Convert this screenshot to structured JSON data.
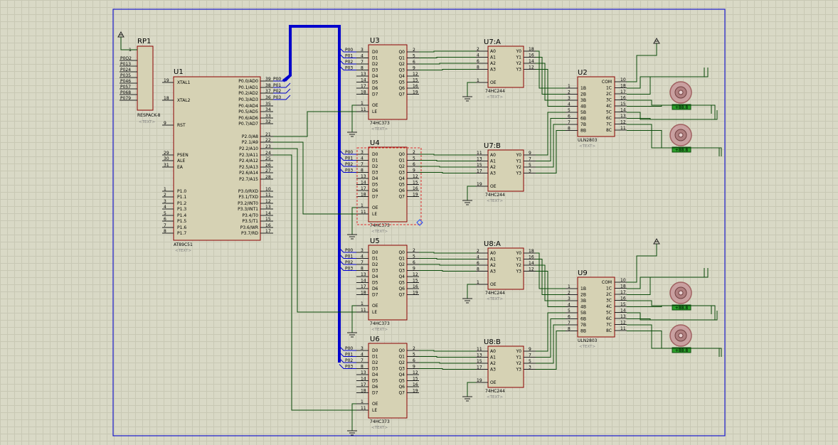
{
  "components": {
    "rp1": {
      "ref": "RP1",
      "part": "RESPACK-8",
      "text": "<TEXT>",
      "pin1": "1",
      "nets": [
        "P0O2",
        "P013",
        "P024",
        "P035",
        "P046",
        "P057",
        "P068",
        "P079"
      ]
    },
    "u1": {
      "ref": "U1",
      "part": "AT89C51",
      "text": "<TEXT>",
      "left_pins": [
        [
          "19",
          "XTAL1"
        ],
        [
          "18",
          "XTAL2"
        ],
        [
          "9",
          "RST"
        ],
        [
          "29",
          "PSEN"
        ],
        [
          "30",
          "ALE"
        ],
        [
          "31",
          "EA"
        ],
        [
          "1",
          "P1.0"
        ],
        [
          "2",
          "P1.1"
        ],
        [
          "3",
          "P1.2"
        ],
        [
          "4",
          "P1.3"
        ],
        [
          "5",
          "P1.4"
        ],
        [
          "6",
          "P1.5"
        ],
        [
          "7",
          "P1.6"
        ],
        [
          "8",
          "P1.7"
        ]
      ],
      "right_pins": [
        [
          "39",
          "P0.0/AD0"
        ],
        [
          "38",
          "P0.1/AD1"
        ],
        [
          "37",
          "P0.2/AD2"
        ],
        [
          "36",
          "P0.3/AD3"
        ],
        [
          "35",
          "P0.4/AD4"
        ],
        [
          "34",
          "P0.5/AD5"
        ],
        [
          "33",
          "P0.6/AD6"
        ],
        [
          "32",
          "P0.7/AD7"
        ],
        [
          "21",
          "P2.0/A8"
        ],
        [
          "22",
          "P2.1/A9"
        ],
        [
          "23",
          "P2.2/A10"
        ],
        [
          "24",
          "P2.3/A11"
        ],
        [
          "25",
          "P2.4/A12"
        ],
        [
          "26",
          "P2.5/A13"
        ],
        [
          "27",
          "P2.6/A14"
        ],
        [
          "28",
          "P2.7/A15"
        ],
        [
          "10",
          "P3.0/RXD"
        ],
        [
          "11",
          "P3.1/TXD"
        ],
        [
          "12",
          "P3.2/INT0"
        ],
        [
          "13",
          "P3.3/INT1"
        ],
        [
          "14",
          "P3.4/T0"
        ],
        [
          "15",
          "P3.5/T1"
        ],
        [
          "16",
          "P3.6/WR"
        ],
        [
          "17",
          "P3.7/RD"
        ]
      ],
      "bus_labels": [
        "P00",
        "P01",
        "P02",
        "P03"
      ]
    },
    "latches": [
      {
        "ref": "U3",
        "part": "74HC373",
        "text": "<TEXT>"
      },
      {
        "ref": "U4",
        "part": "74HC373",
        "text": "<TEXT>"
      },
      {
        "ref": "U5",
        "part": "74HC373",
        "text": "<TEXT>"
      },
      {
        "ref": "U6",
        "part": "74HC373",
        "text": "<TEXT>"
      }
    ],
    "latch_in_pins": [
      [
        "3",
        "D0"
      ],
      [
        "4",
        "D1"
      ],
      [
        "7",
        "D2"
      ],
      [
        "8",
        "D3"
      ],
      [
        "13",
        "D4"
      ],
      [
        "14",
        "D5"
      ],
      [
        "17",
        "D6"
      ],
      [
        "18",
        "D7"
      ]
    ],
    "latch_out_pins": [
      [
        "2",
        "Q0"
      ],
      [
        "5",
        "Q1"
      ],
      [
        "6",
        "Q2"
      ],
      [
        "9",
        "Q3"
      ],
      [
        "12",
        "Q4"
      ],
      [
        "15",
        "Q5"
      ],
      [
        "16",
        "Q6"
      ],
      [
        "19",
        "Q7"
      ]
    ],
    "latch_ctrl": [
      [
        "1",
        "OE"
      ],
      [
        "11",
        "LE"
      ]
    ],
    "latch_bus_labels": [
      "P00",
      "P01",
      "P02",
      "P03"
    ],
    "decoders": [
      {
        "ref": "U7:A",
        "part": "74HC244",
        "text": "<TEXT>",
        "in_pins": [
          "2",
          "4",
          "6",
          "8"
        ],
        "out_pins": [
          "18",
          "16",
          "14",
          "12"
        ],
        "oe_pin": "1"
      },
      {
        "ref": "U7:B",
        "part": "74HC244",
        "text": "<TEXT>",
        "in_pins": [
          "11",
          "13",
          "15",
          "17"
        ],
        "out_pins": [
          "9",
          "7",
          "5",
          "3"
        ],
        "oe_pin": "19"
      },
      {
        "ref": "U8:A",
        "part": "74HC244",
        "text": "<TEXT>",
        "in_pins": [
          "2",
          "4",
          "6",
          "8"
        ],
        "out_pins": [
          "18",
          "16",
          "14",
          "12"
        ],
        "oe_pin": "1"
      },
      {
        "ref": "U8:B",
        "part": "74HC244",
        "text": "<TEXT>",
        "in_pins": [
          "11",
          "13",
          "15",
          "17"
        ],
        "out_pins": [
          "9",
          "7",
          "5",
          "3"
        ],
        "oe_pin": "19"
      }
    ],
    "dec_in_names": [
      "A0",
      "A1",
      "A2",
      "A3"
    ],
    "dec_out_names": [
      "Y0",
      "Y1",
      "Y2",
      "Y3"
    ],
    "dec_oe": "OE",
    "drivers": [
      {
        "ref": "U2",
        "part": "ULN2803",
        "text": "<TEXT>"
      },
      {
        "ref": "U9",
        "part": "ULN2803",
        "text": "<TEXT>"
      }
    ],
    "drv_in_pins": [
      [
        "1",
        "1B"
      ],
      [
        "2",
        "2B"
      ],
      [
        "3",
        "3B"
      ],
      [
        "4",
        "4B"
      ],
      [
        "5",
        "5B"
      ],
      [
        "6",
        "6B"
      ],
      [
        "7",
        "7B"
      ],
      [
        "8",
        "8B"
      ]
    ],
    "drv_out_pins": [
      [
        "10",
        "COM"
      ],
      [
        "18",
        "1C"
      ],
      [
        "17",
        "2C"
      ],
      [
        "16",
        "3C"
      ],
      [
        "15",
        "4C"
      ],
      [
        "14",
        "5C"
      ],
      [
        "13",
        "6C"
      ],
      [
        "12",
        "7C"
      ],
      [
        "11",
        "8C"
      ]
    ],
    "motor_value": "+88.8"
  },
  "colors": {
    "wire": "#0a4a0a",
    "comp_border": "#8b0000",
    "comp_fill": "#d6d2b4",
    "bus": "#0000cc",
    "sheet": "#1a1acc",
    "select": "#e03030",
    "motor": "#a06060",
    "readout": "#2aa02a"
  }
}
